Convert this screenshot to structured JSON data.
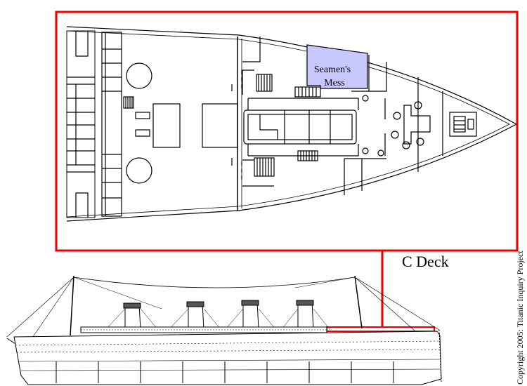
{
  "highlighted_room": {
    "label_line1": "Seamen's",
    "label_line2": "Mess",
    "fill": "#c8c8ff"
  },
  "deck_label": "C Deck",
  "copyright": "Copyright 2005: Titanic Inquiry Project",
  "colors": {
    "highlight_frame": "#ee0000",
    "line": "#000000"
  }
}
